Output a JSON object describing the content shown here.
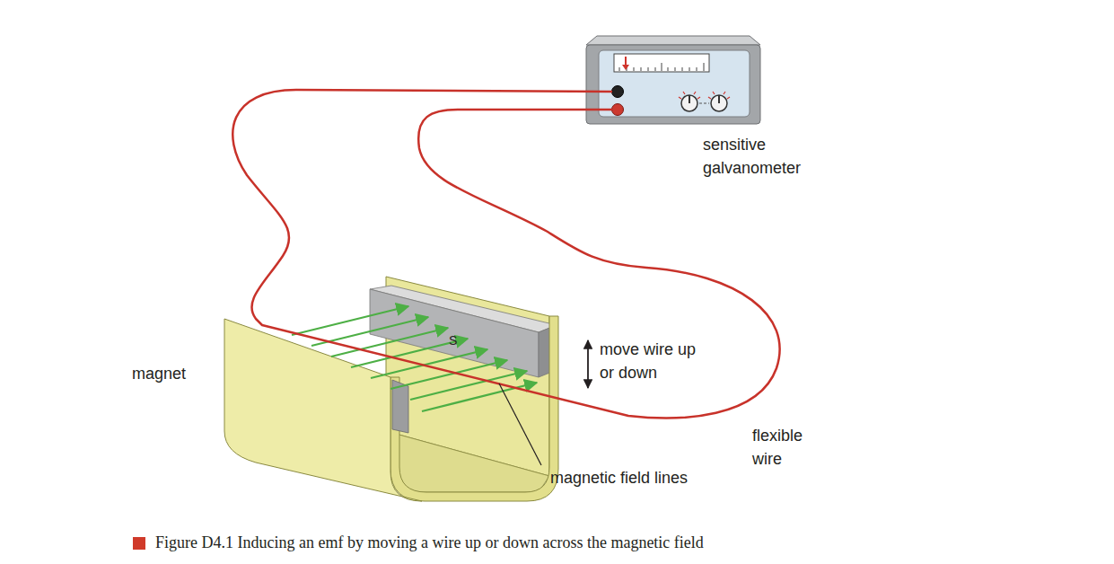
{
  "diagram": {
    "caption": "Figure D4.1 Inducing an emf by moving a wire up or down across the magnetic field",
    "labels": [
      "sensitive galvanometer",
      "S",
      "move wire up or down",
      "magnet",
      "flexible wire",
      "magnetic field lines"
    ]
  }
}
